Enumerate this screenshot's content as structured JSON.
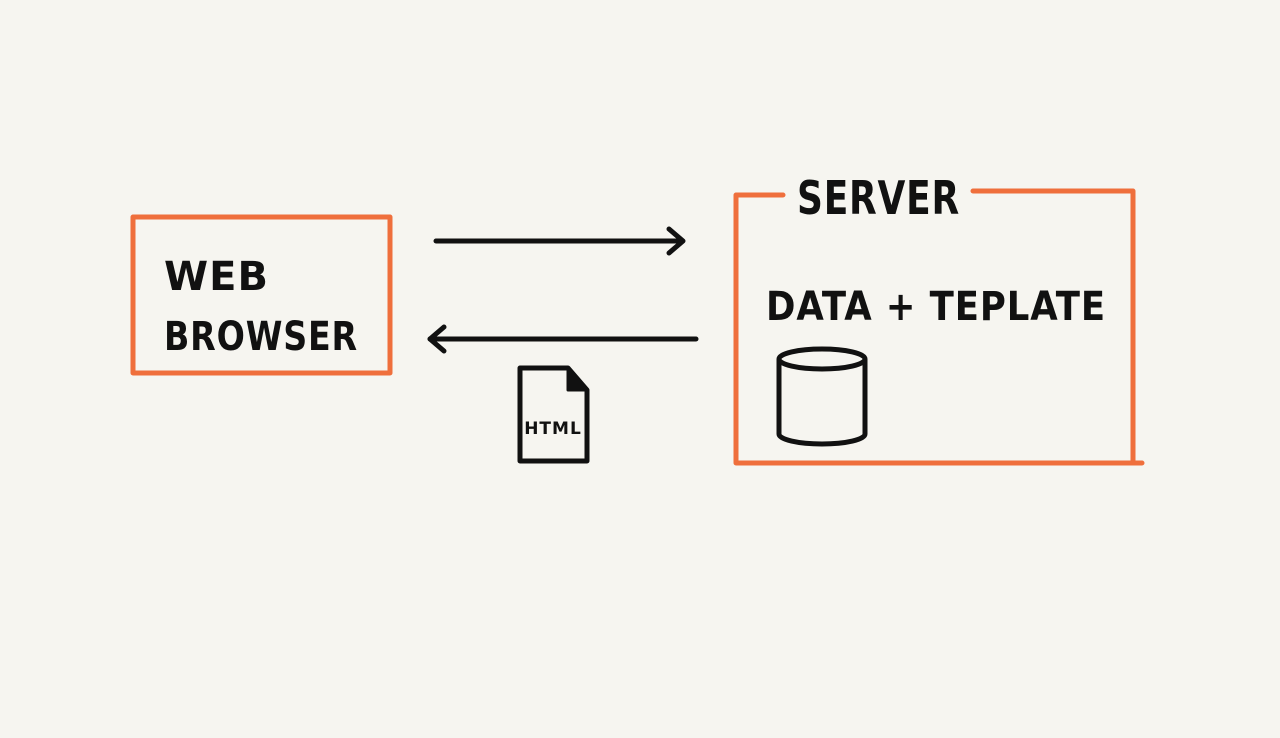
{
  "colors": {
    "background": "#f6f5f0",
    "accent": "#ef6f3c",
    "ink": "#111111"
  },
  "browser": {
    "label_line1": "WEB",
    "label_line2": "BROWSER"
  },
  "server": {
    "title": "SERVER",
    "content_label": "DATA + TEPLATE",
    "icon": "database-icon"
  },
  "arrows": {
    "request": "arrow-right-icon",
    "response": "arrow-left-icon"
  },
  "response_document": {
    "icon": "document-icon",
    "label": "HTML"
  }
}
